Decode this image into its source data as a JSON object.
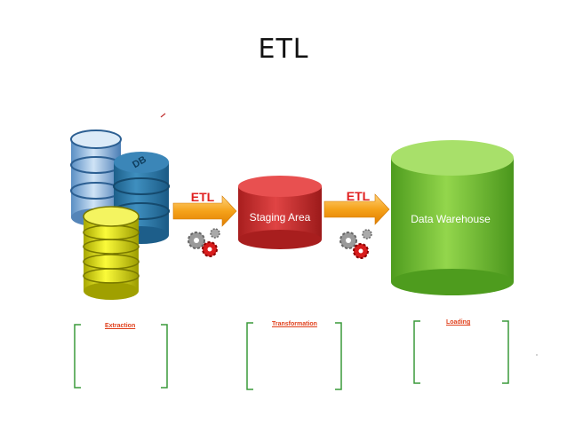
{
  "title": "ETL",
  "sources": {
    "db_label": "DB"
  },
  "arrows": [
    {
      "label": "ETL"
    },
    {
      "label": "ETL"
    }
  ],
  "staging": {
    "label": "Staging Area"
  },
  "warehouse": {
    "label": "Data Warehouse"
  },
  "phases": [
    {
      "label": "Extraction",
      "color": "#e0401c"
    },
    {
      "label": "Transformation",
      "color": "#e0401c"
    },
    {
      "label": "Loading",
      "color": "#e0401c"
    }
  ],
  "colors": {
    "arrow_label": "#e02020",
    "bracket": "#3a9a3a",
    "staging": "#cc2e2e",
    "warehouse": "#7cc63a"
  }
}
